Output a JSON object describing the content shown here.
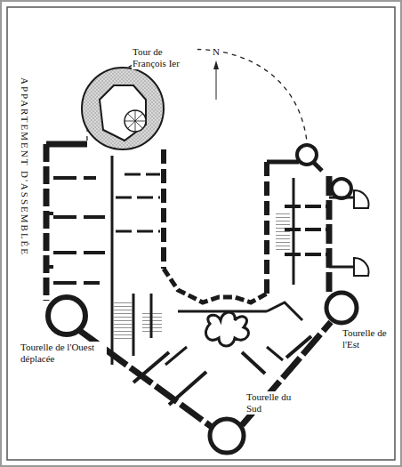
{
  "diagram": {
    "labels": [
      "Tour de François Ier",
      "N",
      "APPARTEMENT D'ASSEMBLÉE",
      "Tourelle de l'Ouest déplacée",
      "Tourelle de l'Est",
      "Tourelle du Sud"
    ]
  }
}
